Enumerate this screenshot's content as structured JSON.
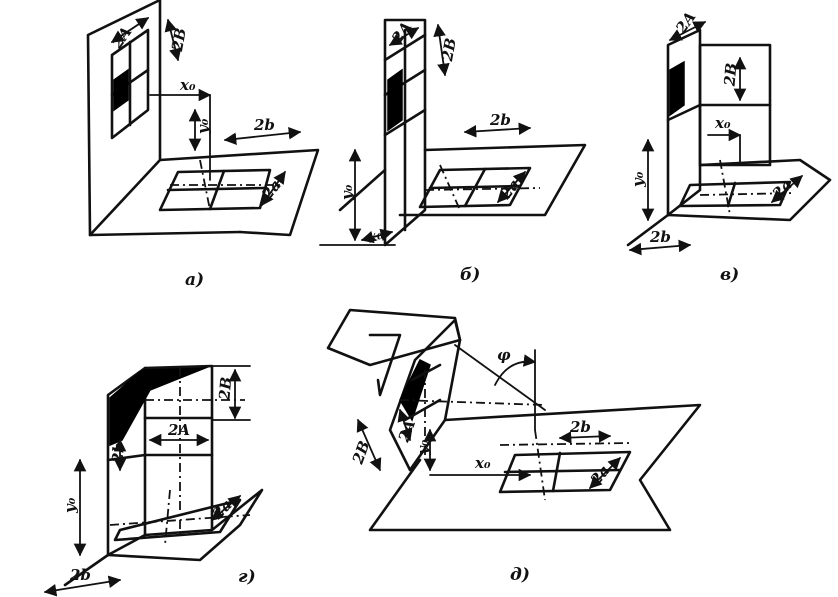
{
  "labels": {
    "two_A": "2A",
    "two_B": "2B",
    "two_b": "2b",
    "two_a": "2a",
    "x0": "x₀",
    "y0": "y₀",
    "phi": "φ"
  },
  "captions": {
    "a": "а)",
    "b": "б)",
    "v": "в)",
    "g": "г)",
    "d": "д)"
  }
}
